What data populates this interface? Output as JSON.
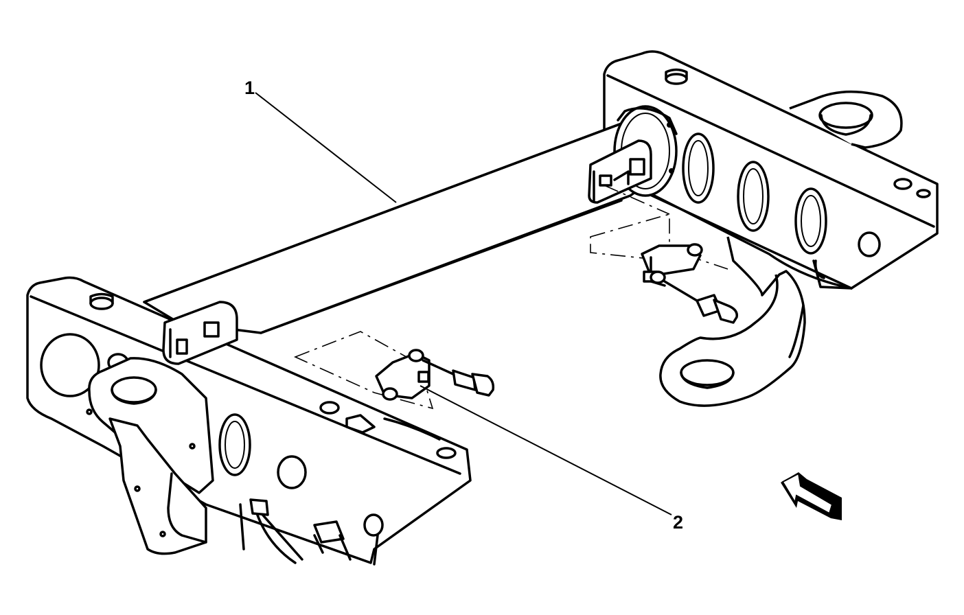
{
  "callouts": [
    {
      "id": "1",
      "label": "1"
    },
    {
      "id": "2",
      "label": "2"
    }
  ],
  "colors": {
    "stroke": "#000000",
    "background": "#ffffff"
  },
  "icons": {
    "direction": "direction-arrow-icon"
  }
}
